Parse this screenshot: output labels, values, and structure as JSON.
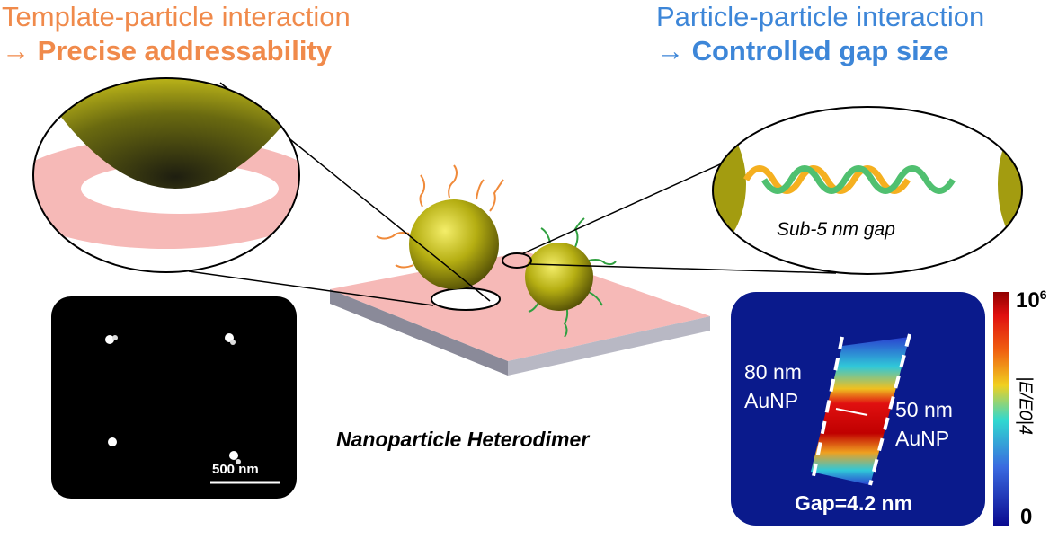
{
  "left_header": {
    "line1": "Template-particle interaction",
    "line2": "→ Precise addressability"
  },
  "right_header": {
    "line1": "Particle-particle interaction",
    "line2": "→ Controlled gap size"
  },
  "inset_gap_label": "Sub-5 nm gap",
  "center_caption": "Nanoparticle Heterodimer",
  "sem_scale_bar": "500 nm",
  "simulation": {
    "left_particle": [
      "80 nm",
      "AuNP"
    ],
    "right_particle": [
      "50 nm",
      "AuNP"
    ],
    "gap_label": "Gap=4.2 nm"
  },
  "colorbar": {
    "max_label": "10",
    "max_exp": "6",
    "min_label": "0",
    "title": "|E/E0|4"
  },
  "colors": {
    "orange": "#f08a4b",
    "blue": "#3d86d8",
    "gold": "#b5ae12",
    "pink": "#f5b8b8",
    "navy": "#0a1a8c"
  }
}
